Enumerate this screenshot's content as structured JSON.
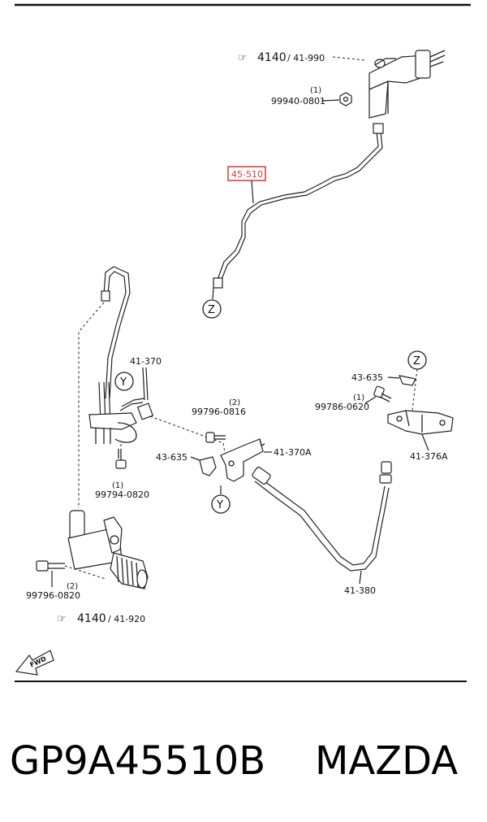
{
  "callouts": {
    "top_ref_main": "4140",
    "top_ref_sub": "/ 41-990",
    "p_99940": "99940-0801",
    "q_99940": "(1)",
    "p_45510": "45-510",
    "p_41370": "41-370",
    "p_99796a": "99796-0816",
    "q_99796a": "(2)",
    "p_43635a": "43-635",
    "p_41370A": "41-370A",
    "p_99794": "99794-0820",
    "q_99794": "(1)",
    "p_43635b": "43-635",
    "p_99786": "99786-0620",
    "q_99786": "(1)",
    "p_41376A": "41-376A",
    "p_41380": "41-380",
    "p_99796b": "99796-0820",
    "q_99796b": "(2)",
    "bottom_ref_main": "4140",
    "bottom_ref_sub": "/ 41-920",
    "ref_z_top": "Z",
    "ref_z_right": "Z",
    "ref_y_left": "Y",
    "ref_y_bottom": "Y",
    "fwd": "FWD"
  },
  "caption": {
    "part_number": "GP9A45510B",
    "brand": "MAZDA"
  },
  "colors": {
    "highlight": "#d43a3a",
    "line": "#222222"
  }
}
